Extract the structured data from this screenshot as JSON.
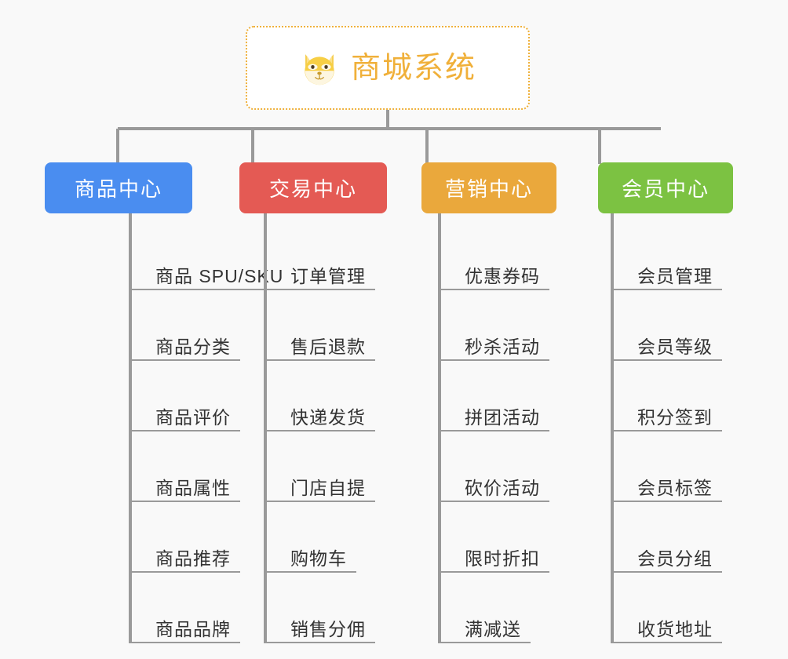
{
  "diagram": {
    "type": "mindmap-org-chart",
    "background_color": "#f9f9f9",
    "connector_color": "#9a9a9a",
    "root": {
      "title": "商城系统",
      "icon": "shiba-dog-face-icon",
      "border_color": "#efb13c",
      "text_color": "#f0b03a",
      "background_color": "#ffffff"
    },
    "branches": [
      {
        "label": "商品中心",
        "color": "#4a8df0",
        "items": [
          "商品 SPU/SKU",
          "商品分类",
          "商品评价",
          "商品属性",
          "商品推荐",
          "商品品牌"
        ]
      },
      {
        "label": "交易中心",
        "color": "#e45a54",
        "items": [
          "订单管理",
          "售后退款",
          "快递发货",
          "门店自提",
          "购物车",
          "销售分佣"
        ]
      },
      {
        "label": "营销中心",
        "color": "#eaa83c",
        "items": [
          "优惠券码",
          "秒杀活动",
          "拼团活动",
          "砍价活动",
          "限时折扣",
          "满减送"
        ]
      },
      {
        "label": "会员中心",
        "color": "#7cc242",
        "items": [
          "会员管理",
          "会员等级",
          "积分签到",
          "会员标签",
          "会员分组",
          "收货地址"
        ]
      }
    ]
  }
}
